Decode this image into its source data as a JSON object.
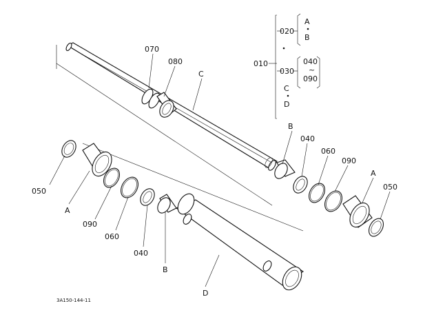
{
  "diagram": {
    "figure_code": "3A150-144-11",
    "tree": {
      "root": "010",
      "n020": "020",
      "n030": "030",
      "leafA": "A",
      "leafB": "B",
      "n040": "040",
      "n090": "090",
      "tilde": "~",
      "leafC": "C",
      "leafD": "D"
    },
    "callouts": {
      "c070": "070",
      "c080": "080",
      "cC": "C",
      "cB_right": "B",
      "c040_right": "040",
      "c060_right": "060",
      "c090_right": "090",
      "cA_right": "A",
      "c050_right": "050",
      "c050_left": "050",
      "cA_left": "A",
      "c090_left": "090",
      "c060_left": "060",
      "c040_left": "040",
      "cB_left": "B",
      "cD": "D"
    }
  }
}
